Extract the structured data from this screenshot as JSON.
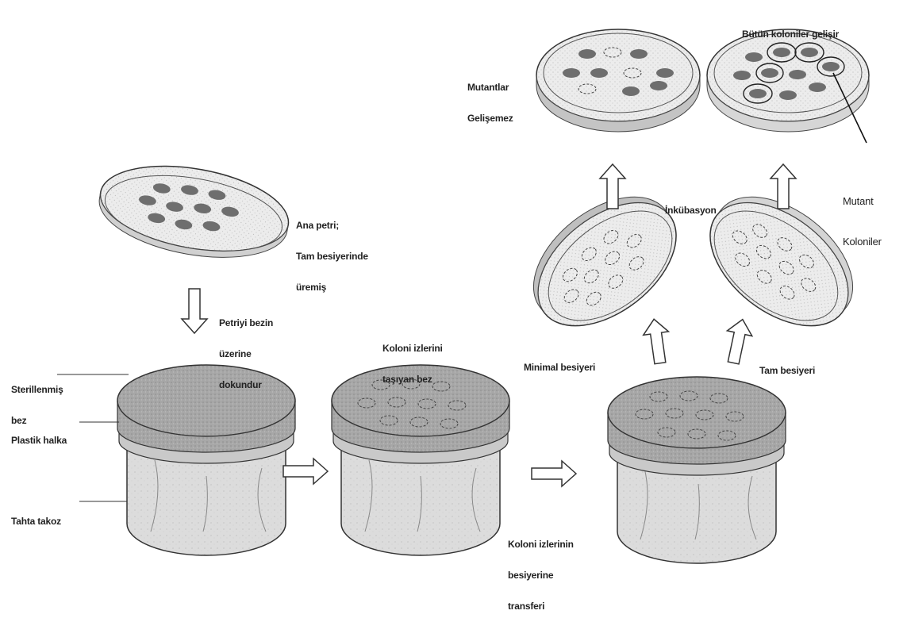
{
  "labels": {
    "master_plate": [
      "Ana petri;",
      "Tam besiyerinde",
      "üremiş"
    ],
    "touch_plate": [
      "Petriyi bezin",
      "üzerine",
      "dokundur"
    ],
    "sterile_cloth": [
      "Sterillenmiş",
      "bez"
    ],
    "plastic_ring": "Plastik halka",
    "wood_block": "Tahta takoz",
    "colony_imprint": [
      "Koloni izlerini",
      "taşıyan bez"
    ],
    "transfer": [
      "Koloni izlerinin",
      "besiyerine",
      "transferi"
    ],
    "minimal_medium": "Minimal besiyeri",
    "full_medium": "Tam besiyeri",
    "incubation": "İnkübasyon",
    "mutants_fail": [
      "Mutantlar",
      "Gelişemez"
    ],
    "all_grow": "Bütün koloniler gelişir",
    "mutant_colonies": [
      "Mutant",
      "Koloniler"
    ]
  },
  "colors": {
    "ink": "#222222",
    "colony": "#6e6e6e",
    "medium": "#e9e9e9",
    "cloth": "#9a9a9a"
  }
}
